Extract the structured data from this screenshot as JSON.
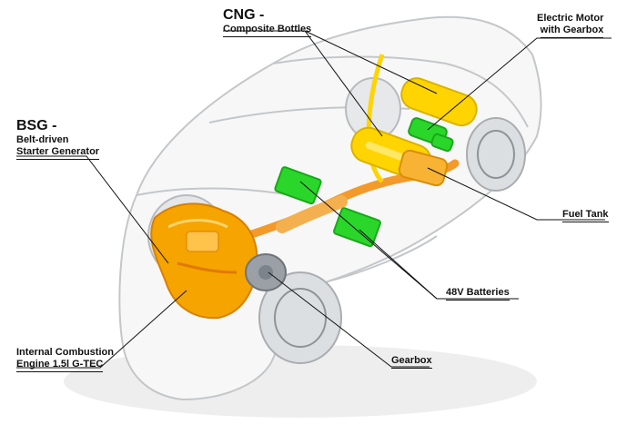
{
  "labels": {
    "cng_title": "CNG -",
    "cng_sub": "Composite Bottles",
    "motor_l1": "Electric Motor",
    "motor_l2": "with Gearbox",
    "bsg_title": "BSG -",
    "bsg_l1": "Belt-driven",
    "bsg_l2": "Starter Generator",
    "fuel_tank": "Fuel Tank",
    "batteries": "48V Batteries",
    "gearbox": "Gearbox",
    "ice_l1": "Internal Combustion",
    "ice_l2": "Engine 1.5l G-TEC"
  },
  "colors": {
    "engine": "#f5a400",
    "cng": "#ffd400",
    "battery": "#2bd62b",
    "exhaust": "#f39a2a",
    "body_outline": "#bfc3c6",
    "leader": "#111111"
  },
  "icons": [
    "car-outline",
    "engine",
    "cng-bottle",
    "battery-pack",
    "electric-motor",
    "gearbox",
    "exhaust-pipe",
    "wheel"
  ]
}
